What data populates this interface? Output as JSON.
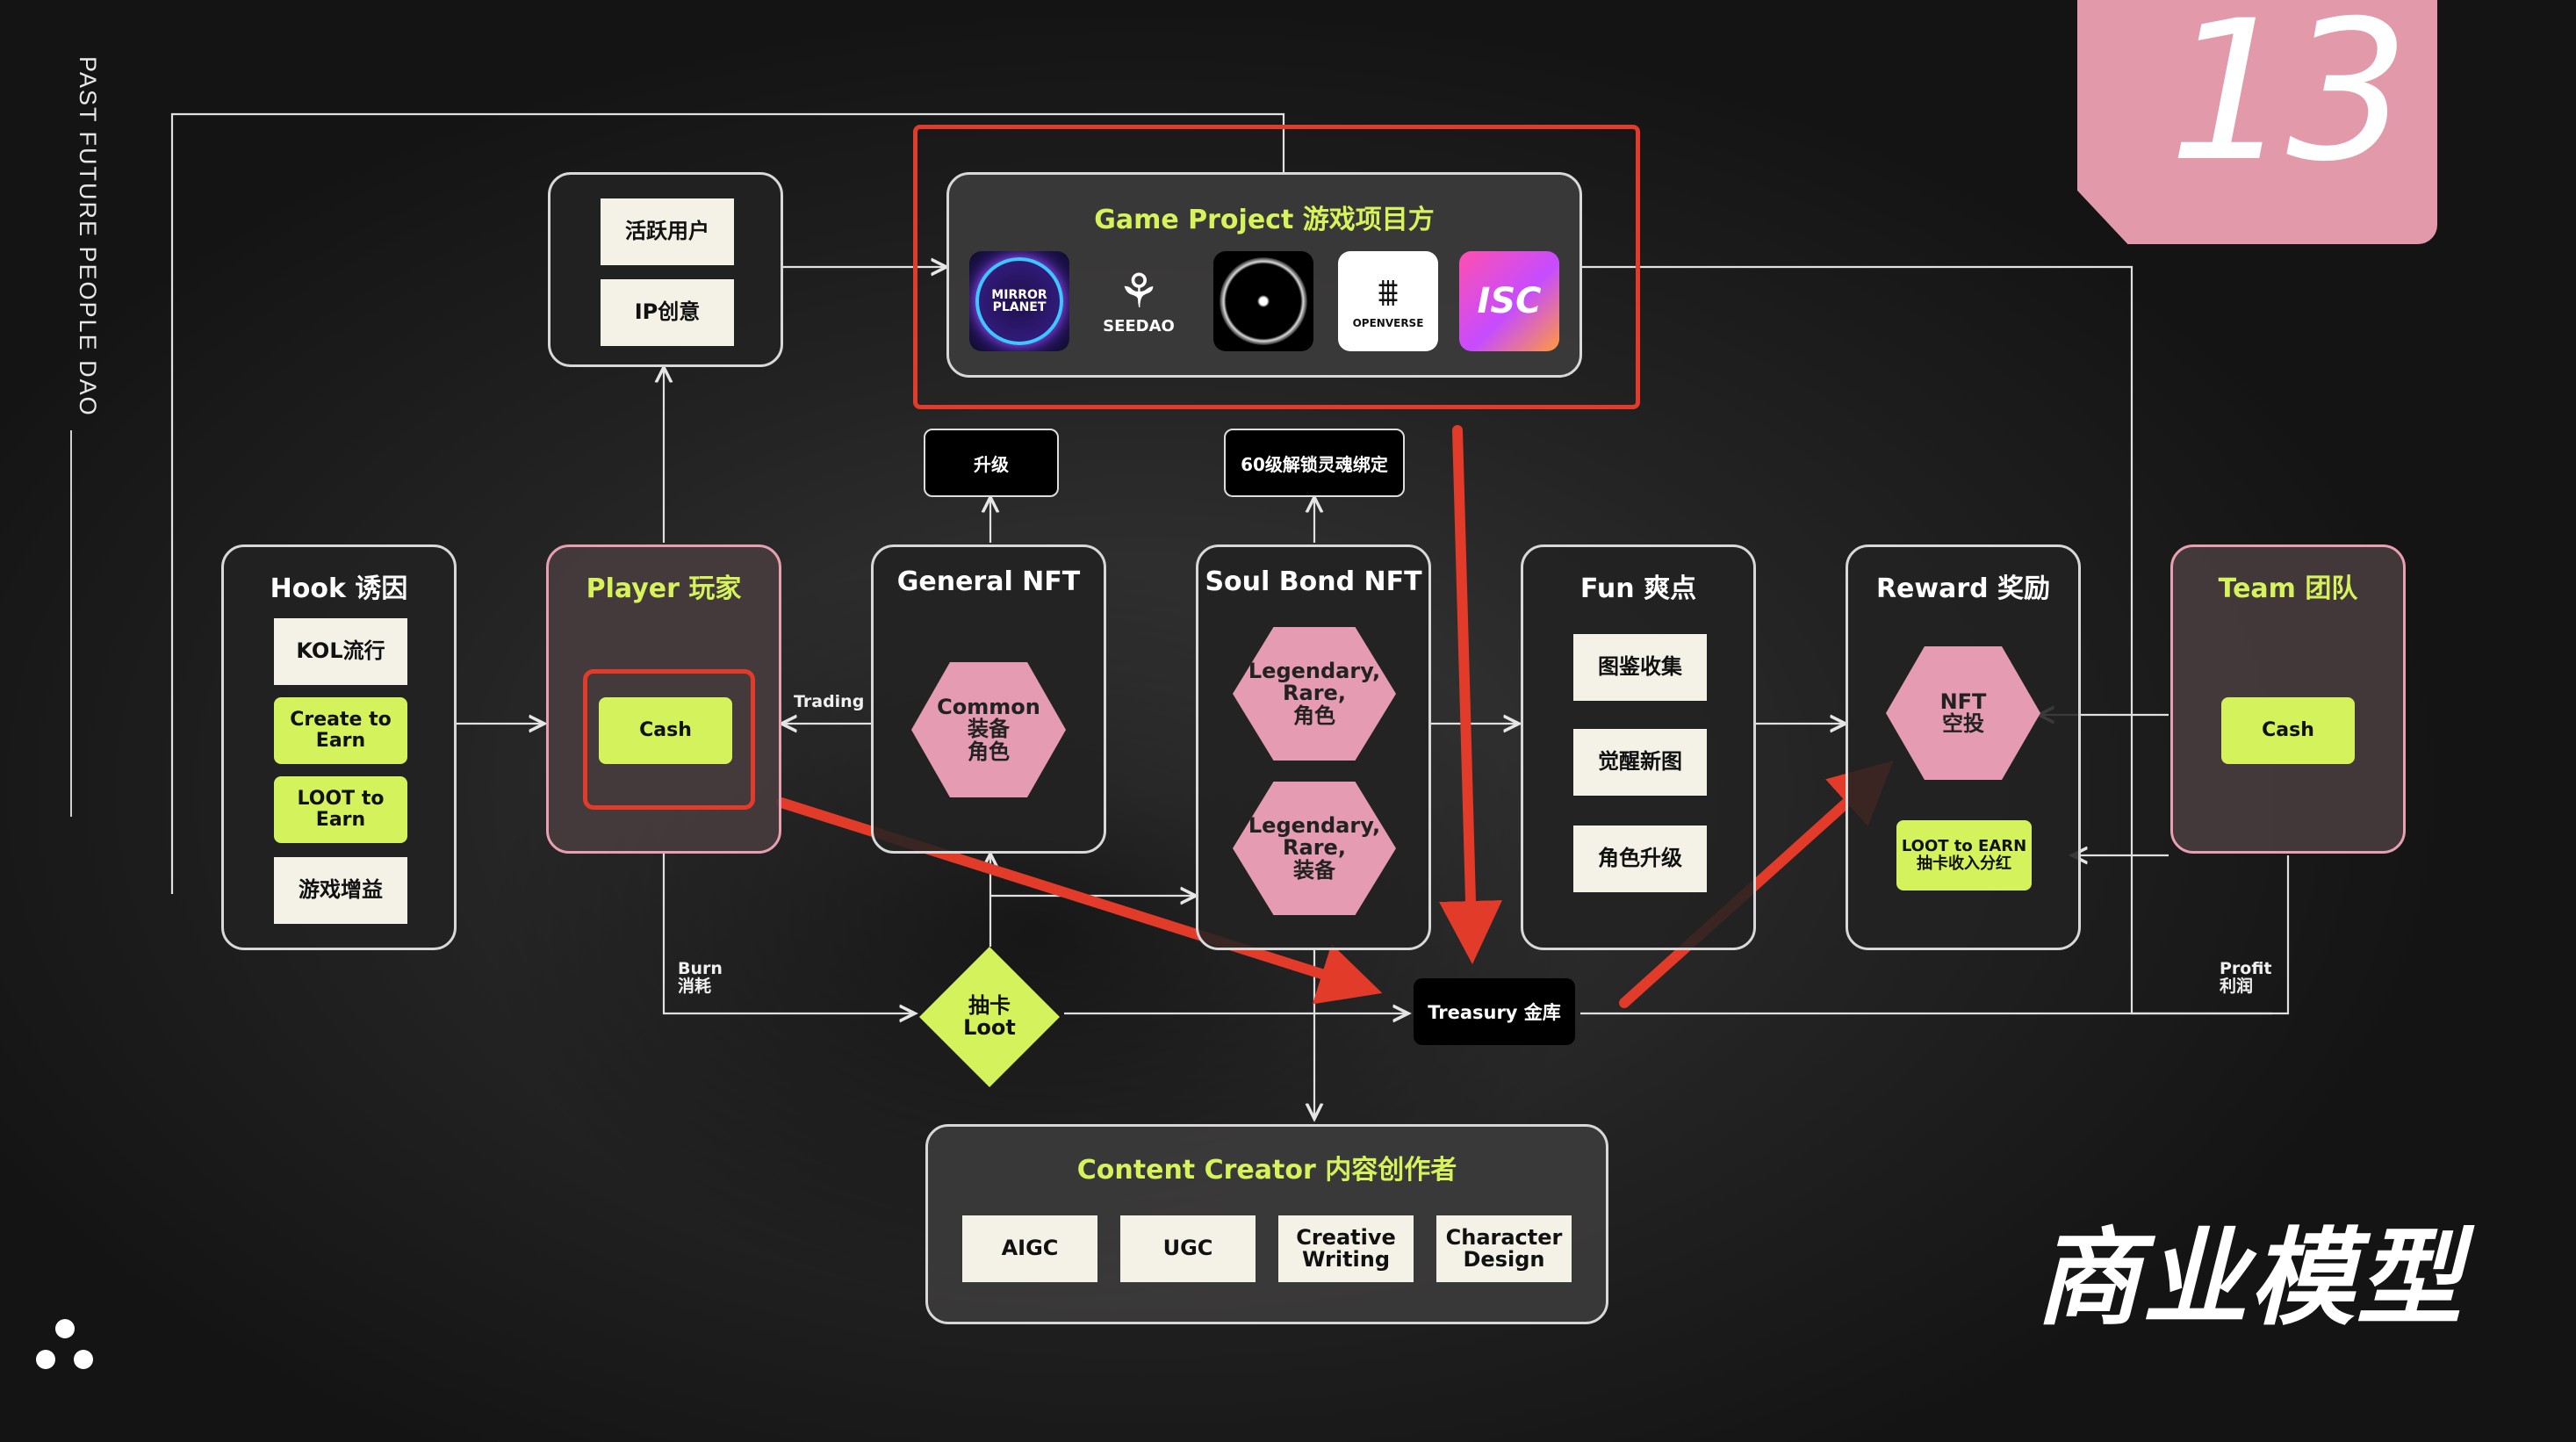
{
  "side_label": "PAST FUTURE PEOPLE DAO",
  "page_number": "13",
  "page_title": "商业模型",
  "colors": {
    "lime": "#d4f25c",
    "pink": "#e59cb3",
    "red_highlight": "#e23b2a",
    "badge": "#e29aab"
  },
  "game_project": {
    "title": "Game Project 游戏项目方",
    "logos": [
      {
        "name": "MIRROR PLANET",
        "icon": "mirror-planet-logo"
      },
      {
        "name": "SEEDAO",
        "icon": "seedao-logo"
      },
      {
        "name": "",
        "icon": "eclipse-logo"
      },
      {
        "name": "OPENVERSE",
        "icon": "openverse-logo"
      },
      {
        "name": "ISC",
        "icon": "isc-logo"
      }
    ]
  },
  "user_box": {
    "items": [
      "活跃用户",
      "IP创意"
    ]
  },
  "upgrade_label": "升级",
  "soul_bind_label": "60级解锁灵魂绑定",
  "hook": {
    "title": "Hook 诱因",
    "items": [
      "KOL流行",
      "Create to Earn",
      "LOOT to Earn",
      "游戏增益"
    ]
  },
  "player": {
    "title": "Player 玩家",
    "cash": "Cash"
  },
  "general_nft": {
    "title": "General NFT",
    "hex": "Common\n装备\n角色"
  },
  "soul_bond_nft": {
    "title": "Soul Bond NFT",
    "hex1": "Legendary,\nRare,\n角色",
    "hex2": "Legendary,\nRare,\n装备"
  },
  "fun": {
    "title": "Fun 爽点",
    "items": [
      "图鉴收集",
      "觉醒新图",
      "角色升级"
    ]
  },
  "reward": {
    "title": "Reward 奖励",
    "hex": "NFT\n空投",
    "loot": "LOOT to EARN\n抽卡收入分红"
  },
  "team": {
    "title": "Team 团队",
    "cash": "Cash"
  },
  "flow_labels": {
    "trading": "Trading",
    "burn": "Burn\n消耗",
    "profit": "Profit\n利润"
  },
  "loot_diamond": "抽卡\nLoot",
  "treasury": "Treasury 金库",
  "content_creator": {
    "title": "Content Creator 内容创作者",
    "items": [
      "AIGC",
      "UGC",
      "Creative\nWriting",
      "Character\nDesign"
    ]
  }
}
